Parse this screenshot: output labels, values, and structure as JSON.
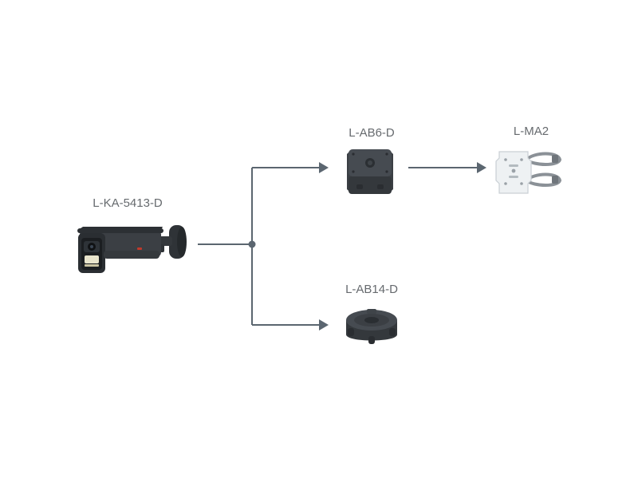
{
  "colors": {
    "connector": "#5b6670",
    "product_dark": "#3b3f44",
    "product_light": "#e9edf0",
    "label": "#666a6e"
  },
  "nodes": {
    "camera": {
      "label": "L-KA-5413-D",
      "icon": "bullet-camera-icon"
    },
    "box6": {
      "label": "L-AB6-D",
      "icon": "square-junction-box-icon"
    },
    "mount": {
      "label": "L-MA2",
      "icon": "pole-mount-adapter-icon"
    },
    "box14": {
      "label": "L-AB14-D",
      "icon": "round-junction-box-icon"
    }
  }
}
